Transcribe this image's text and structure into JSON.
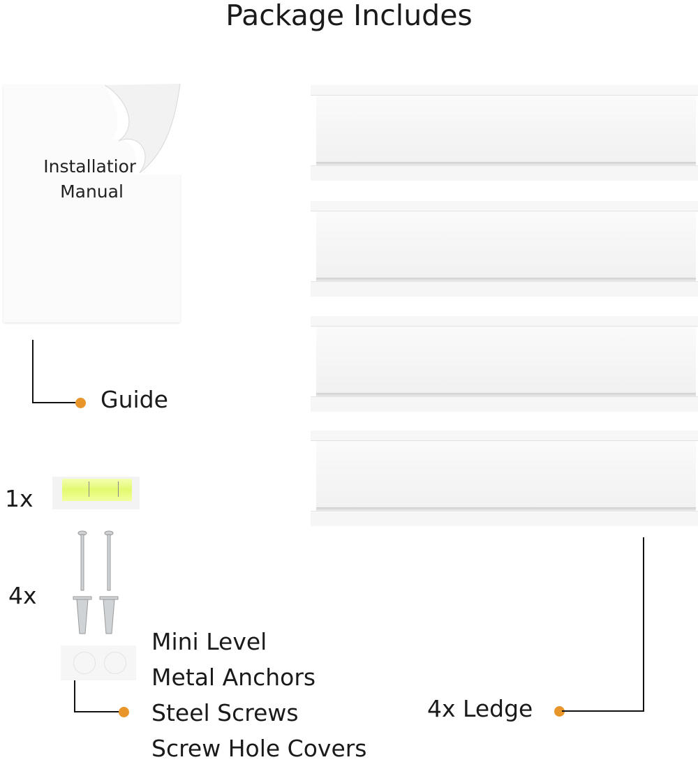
{
  "title": "Package Includes",
  "manual": {
    "line1": "Installation",
    "line2": "Manual"
  },
  "guide_label": "Guide",
  "level_qty": "1x",
  "hardware_qty": "4x",
  "hardware_items": [
    "Mini Level",
    "Metal Anchors",
    "Steel Screws",
    "Screw Hole Covers"
  ],
  "ledge_label": "4x Ledge",
  "colors": {
    "accent_dot": "#e8962a",
    "line": "#111111"
  }
}
